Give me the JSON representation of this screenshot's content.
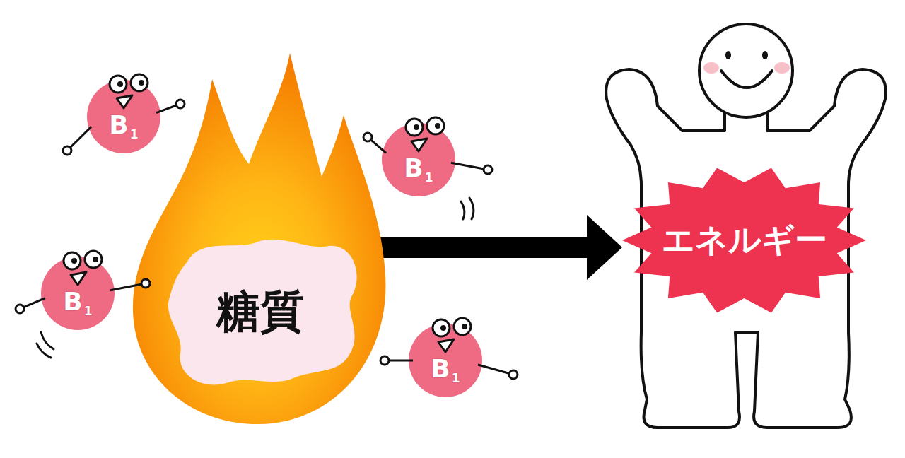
{
  "diagram": {
    "nodes": [
      {
        "text": [
          "B",
          "1"
        ]
      },
      {
        "text": [
          "B",
          "1"
        ]
      },
      {
        "text": [
          "B",
          "1"
        ]
      },
      {
        "text": [
          "糖質"
        ]
      },
      {
        "text": [
          "B",
          "1"
        ]
      },
      {
        "text": [
          "エネルギー"
        ]
      }
    ],
    "edges": [
      {
        "from": 3,
        "to": 5,
        "arrow": "to"
      }
    ]
  }
}
